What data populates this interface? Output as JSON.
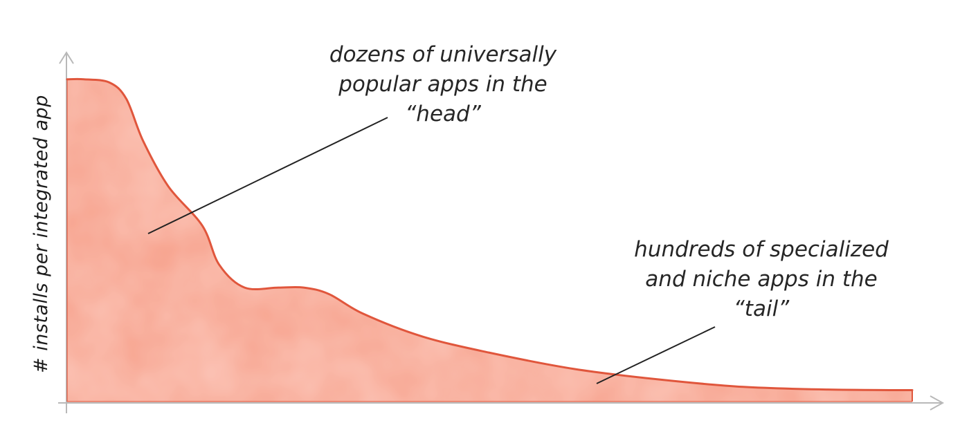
{
  "chart_data": {
    "type": "area",
    "xlabel": "",
    "ylabel": "# installs per integrated app",
    "title": "",
    "grid": false,
    "legend": "none",
    "colors": {
      "fill": "#f7a08a",
      "fill_light": "#fbb9a6",
      "stroke": "#e0563c",
      "axis": "#b8b8b8",
      "leader": "#222222"
    },
    "x": [
      0,
      0.02,
      0.05,
      0.07,
      0.09,
      0.12,
      0.16,
      0.18,
      0.21,
      0.25,
      0.28,
      0.31,
      0.35,
      0.42,
      0.5,
      0.6,
      0.7,
      0.8,
      0.9,
      1.0
    ],
    "y": [
      0.99,
      0.99,
      0.98,
      0.93,
      0.8,
      0.66,
      0.54,
      0.42,
      0.35,
      0.35,
      0.35,
      0.33,
      0.27,
      0.2,
      0.15,
      0.1,
      0.068,
      0.045,
      0.037,
      0.035
    ],
    "annotations": [
      {
        "id": "head",
        "lines": [
          "dozens of universally",
          "popular apps in the",
          "“head”"
        ],
        "points_to_x": 0.096
      },
      {
        "id": "tail",
        "lines": [
          "hundreds of specialized",
          "and niche apps in the",
          "“tail”"
        ],
        "points_to_x": 0.62
      }
    ]
  }
}
